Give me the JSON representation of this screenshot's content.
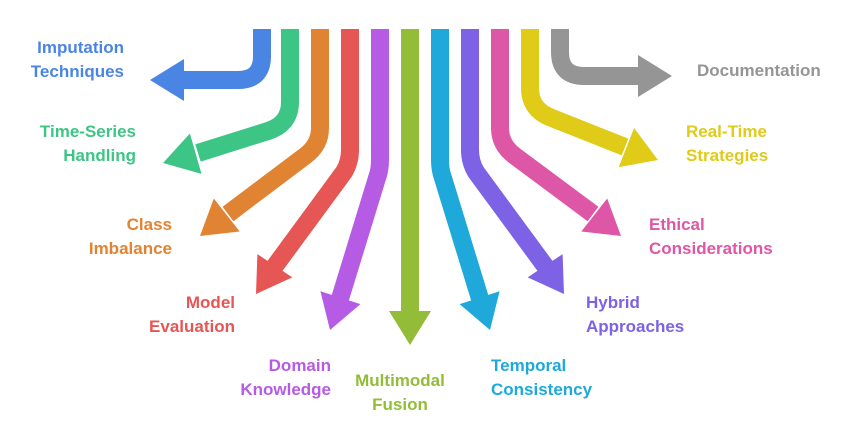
{
  "title": "",
  "branches": [
    {
      "id": "imputation-techniques",
      "lines": [
        "Imputation",
        "Techniques"
      ],
      "color": "#4A85E3"
    },
    {
      "id": "time-series-handling",
      "lines": [
        "Time-Series",
        "Handling"
      ],
      "color": "#3DC585"
    },
    {
      "id": "class-imbalance",
      "lines": [
        "Class",
        "Imbalance"
      ],
      "color": "#E08433"
    },
    {
      "id": "model-evaluation",
      "lines": [
        "Model",
        "Evaluation"
      ],
      "color": "#E55655"
    },
    {
      "id": "domain-knowledge",
      "lines": [
        "Domain",
        "Knowledge"
      ],
      "color": "#B65BE3"
    },
    {
      "id": "multimodal-fusion",
      "lines": [
        "Multimodal",
        "Fusion"
      ],
      "color": "#93BC38"
    },
    {
      "id": "temporal-consistency",
      "lines": [
        "Temporal",
        "Consistency"
      ],
      "color": "#1EA9DA"
    },
    {
      "id": "hybrid-approaches",
      "lines": [
        "Hybrid",
        "Approaches"
      ],
      "color": "#7E62E6"
    },
    {
      "id": "ethical-considerations",
      "lines": [
        "Ethical",
        "Considerations"
      ],
      "color": "#DE56A6"
    },
    {
      "id": "real-time-strategies",
      "lines": [
        "Real-Time",
        "Strategies"
      ],
      "color": "#DFCB18"
    },
    {
      "id": "documentation",
      "lines": [
        "Documentation"
      ],
      "color": "#959595"
    }
  ]
}
